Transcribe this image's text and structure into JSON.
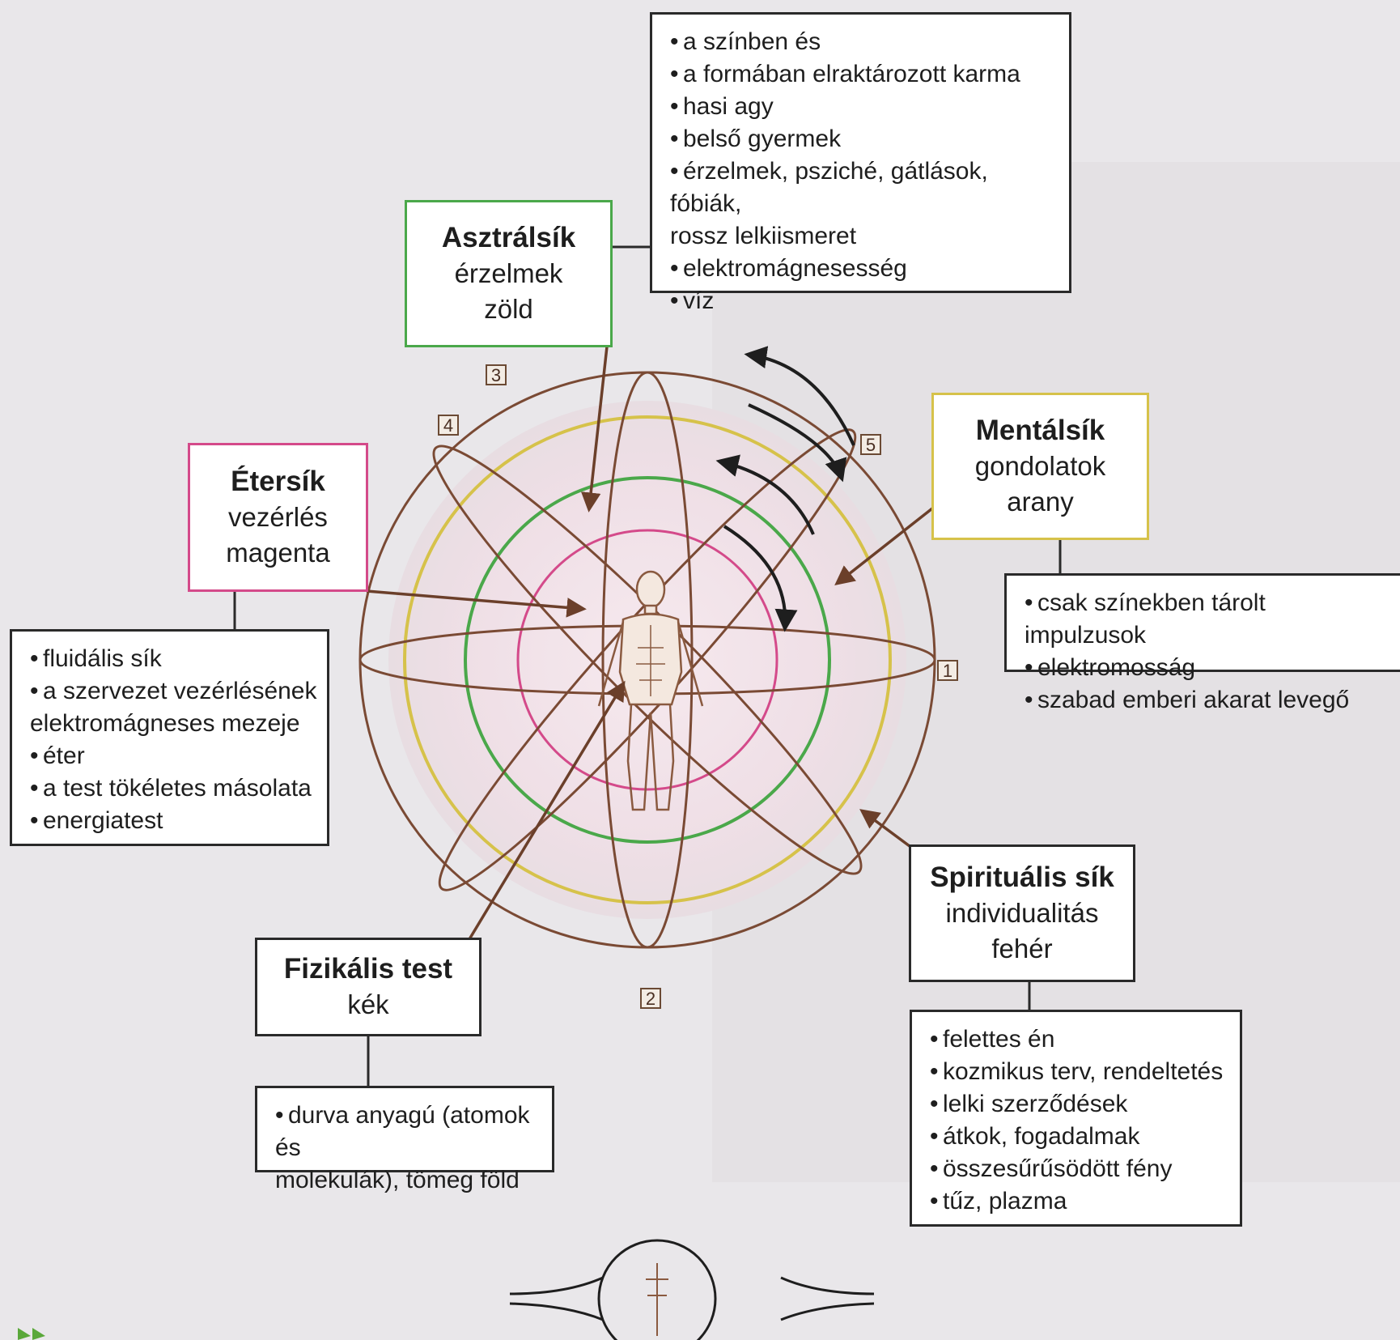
{
  "colors": {
    "astral": "#4aa84a",
    "ether": "#d44a8a",
    "mental": "#d6c24a",
    "dark": "#2a2a2a",
    "line": "#7a4a34",
    "background": "#e9e7ea"
  },
  "astral": {
    "title": "Asztrálsík",
    "sub1": "érzelmek",
    "sub2": "zöld",
    "items": [
      "a színben és",
      "a formában elraktározott karma",
      "hasi agy",
      "belső gyermek",
      "érzelmek, psziché, gátlások, fóbiák,\nrossz lelkiismeret",
      "elektromágnesesség",
      "víz"
    ]
  },
  "ether": {
    "title": "Étersík",
    "sub1": "vezérlés",
    "sub2": "magenta",
    "items": [
      "fluidális sík",
      "a szervezet vezérlésének\nelektromágneses mezeje",
      "éter",
      "a test tökéletes másolata",
      "energiatest"
    ]
  },
  "mental": {
    "title": "Mentálsík",
    "sub1": "gondolatok",
    "sub2": "arany",
    "items": [
      "csak színekben tárolt impulzusok",
      "elektromosság",
      "szabad emberi akarat levegő"
    ]
  },
  "physical": {
    "title": "Fizikális test",
    "sub1": "kék",
    "items": [
      "durva anyagú (atomok és\nmolekulák), tömeg föld"
    ]
  },
  "spiritual": {
    "title": "Spirituális sík",
    "sub1": "individualitás",
    "sub2": "fehér",
    "items": [
      "felettes én",
      "kozmikus terv, rendeltetés",
      "lelki szerződések",
      "átkok, fogadalmak",
      "összesűrűsödött fény",
      "tűz, plazma"
    ]
  },
  "markers": [
    "1",
    "2",
    "3",
    "4",
    "5"
  ]
}
